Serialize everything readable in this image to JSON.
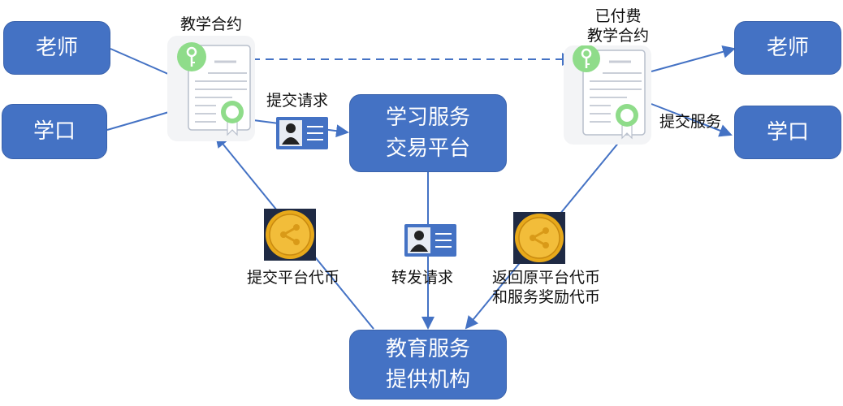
{
  "nodes": {
    "teacher_left": "老师",
    "student_left": "学口",
    "platform": [
      "学习服务",
      "交易平台"
    ],
    "provider": [
      "教育服务",
      "提供机构"
    ],
    "teacher_right": "老师",
    "student_right": "学口"
  },
  "labels": {
    "contract": "教学合约",
    "paid_contract": [
      "已付费",
      "教学合约"
    ],
    "submit_request": "提交请求",
    "forward_request": "转发请求",
    "submit_token": "提交平台代币",
    "return_token": [
      "返回原平台代币",
      "和服务奖励代币"
    ],
    "submit_service": "提交服务"
  },
  "colors": {
    "node_fill": "#4472c4",
    "edge": "#4472c4",
    "accent_green": "#8fdc8a",
    "coin_gold": "#e8a91a"
  }
}
